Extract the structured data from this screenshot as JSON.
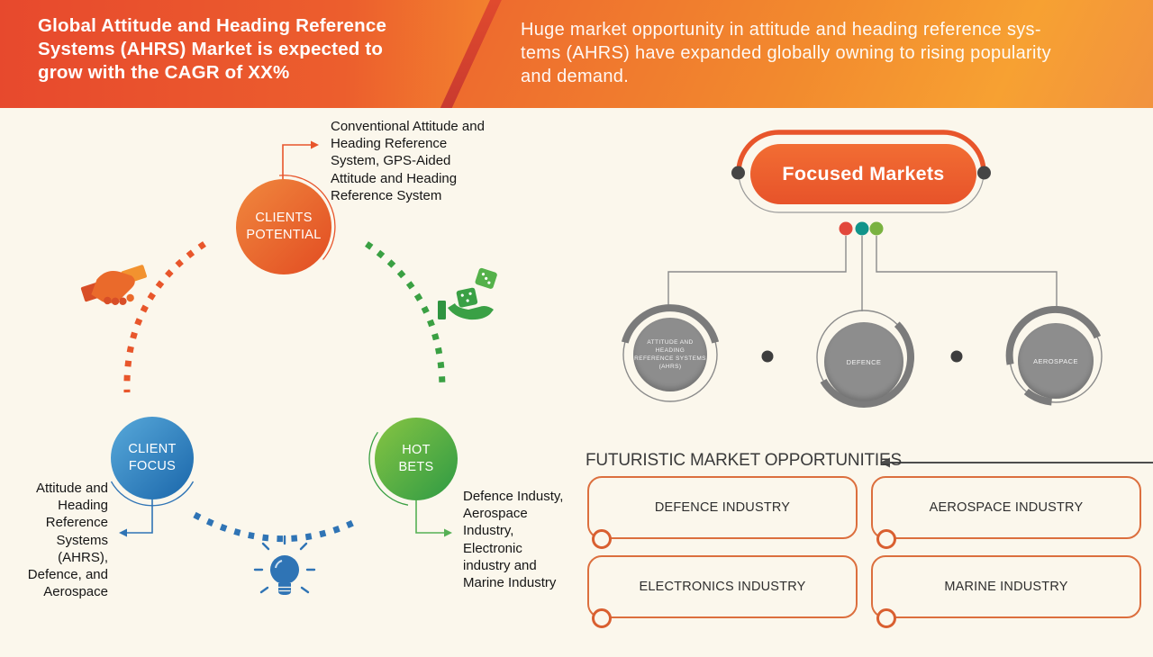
{
  "background_color": "#fbf7ec",
  "banner": {
    "title": "Global Attitude and Heading Reference\nSystems (AHRS) Market is expected to\ngrow with the CAGR of XX%",
    "subtitle": "Huge market opportunity in attitude and heading reference sys-\ntems (AHRS) have expanded globally owning to rising popularity\nand demand.",
    "left_gradient": [
      "#e7492d",
      "#f9a42f"
    ],
    "right_gradient": [
      "#ee6c2e",
      "#f19140"
    ],
    "stripe_color": "#d23f2e"
  },
  "bubbles": {
    "clients_potential": {
      "label": "CLIENTS\nPOTENTIAL",
      "note": "Conventional Attitude and\nHeading Reference\nSystem, GPS-Aided\nAttitude and Heading\nReference System",
      "color_start": "#f0883e",
      "color_end": "#e24c22"
    },
    "client_focus": {
      "label": "CLIENT\nFOCUS",
      "note": "Attitude and\nHeading\nReference\nSystems\n(AHRS),\nDefence, and\nAerospace",
      "color_start": "#58a9da",
      "color_end": "#1a66aa"
    },
    "hot_bets": {
      "label": "HOT\nBETS",
      "note": "Defence Industy,\nAerospace\nIndustry,\nElectronic\nindustry and\nMarine Industry",
      "color_start": "#87c543",
      "color_end": "#2e9a44"
    }
  },
  "focused_markets": {
    "label": "Focused Markets",
    "pill_color": "#ee5f2d",
    "connector_dot_colors": [
      "#e2483b",
      "#11948a",
      "#7ab240"
    ],
    "branch_circle_color": "#8d8d8d",
    "branches": [
      {
        "label": "ATTITUDE AND\nHEADING\nREFERENCE SYSTEMS\n(AHRS)"
      },
      {
        "label": "DEFENCE"
      },
      {
        "label": "AEROSPACE"
      }
    ]
  },
  "futuristic": {
    "title": "FUTURISTIC MARKET OPPORTUNITIES",
    "box_border_color": "#dc6f3e",
    "boxes": [
      {
        "label": "DEFENCE INDUSTRY"
      },
      {
        "label": "AEROSPACE INDUSTRY"
      },
      {
        "label": "ELECTRONICS INDUSTRY"
      },
      {
        "label": "MARINE INDUSTRY"
      }
    ]
  }
}
